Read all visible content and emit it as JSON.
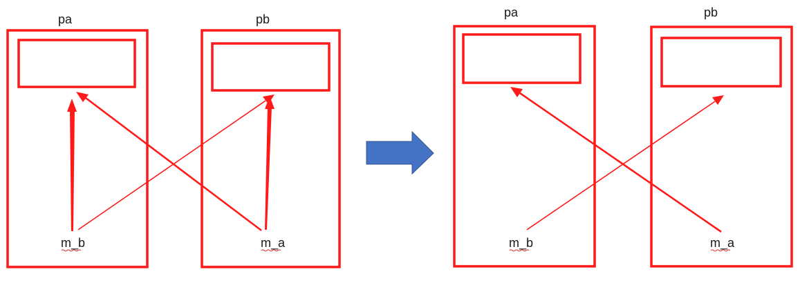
{
  "left_panel": {
    "object_a_label": "pa",
    "object_b_label": "pb",
    "pointer_b_label": "m_b",
    "pointer_a_label": "m_a"
  },
  "right_panel": {
    "object_a_label": "pa",
    "object_b_label": "pb",
    "pointer_b_label": "m_b",
    "pointer_a_label": "m_a"
  },
  "colors": {
    "box_stroke": "#ff1a1a",
    "arrow": "#ff1a1a",
    "transition_arrow_fill": "#4472c4",
    "transition_arrow_stroke": "#2f528f"
  }
}
